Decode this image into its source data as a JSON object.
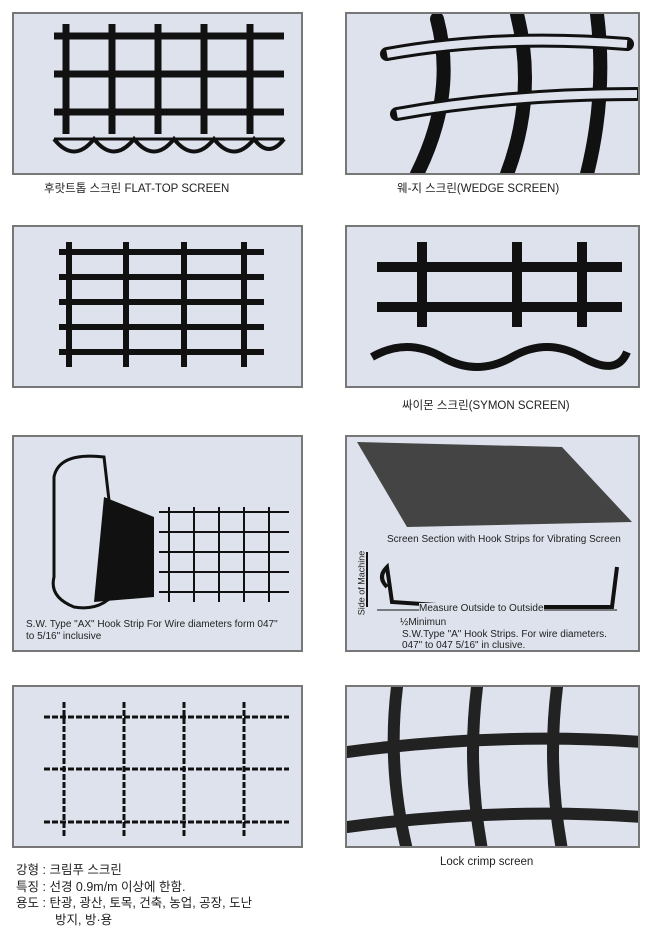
{
  "panels": [
    {
      "caption": "후랏트톱 스크린 FLAT-TOP SCREEN"
    },
    {
      "caption": "웨-지 스크린(WEDGE SCREEN)"
    },
    {
      "caption": ""
    },
    {
      "caption": "싸이몬 스크린(SYMON SCREEN)"
    },
    {
      "caption": "S.W. Type \"AX\" Hook Strip For Wire diameters form 047\"",
      "caption2": "to 5/16\" inclusive"
    },
    {
      "title": "Screen Section with Hook Strips for Vibrating Screen",
      "side_label": "Side of Machine",
      "measure_label": "Measure Outside to Outside",
      "min_label": "½Minimun",
      "caption": "S.W.Type \"A\" Hook Strips. For wire diameters.",
      "caption2": "047\" to 047 5/16\" in clusive."
    },
    {
      "caption": ""
    },
    {
      "caption": "Lock crimp screen"
    }
  ],
  "spec": [
    {
      "label": "강형",
      "value": "크림푸 스크린"
    },
    {
      "label": "특징",
      "value": "선경 0.9m/m 이상에 한함."
    },
    {
      "label": "용도",
      "value": "탄광, 광산, 토목, 건축, 농업, 공장, 도난",
      "value2": "방지, 방·용"
    }
  ],
  "colors": {
    "panel_bg": "#dde2ec",
    "ink": "#111111"
  }
}
